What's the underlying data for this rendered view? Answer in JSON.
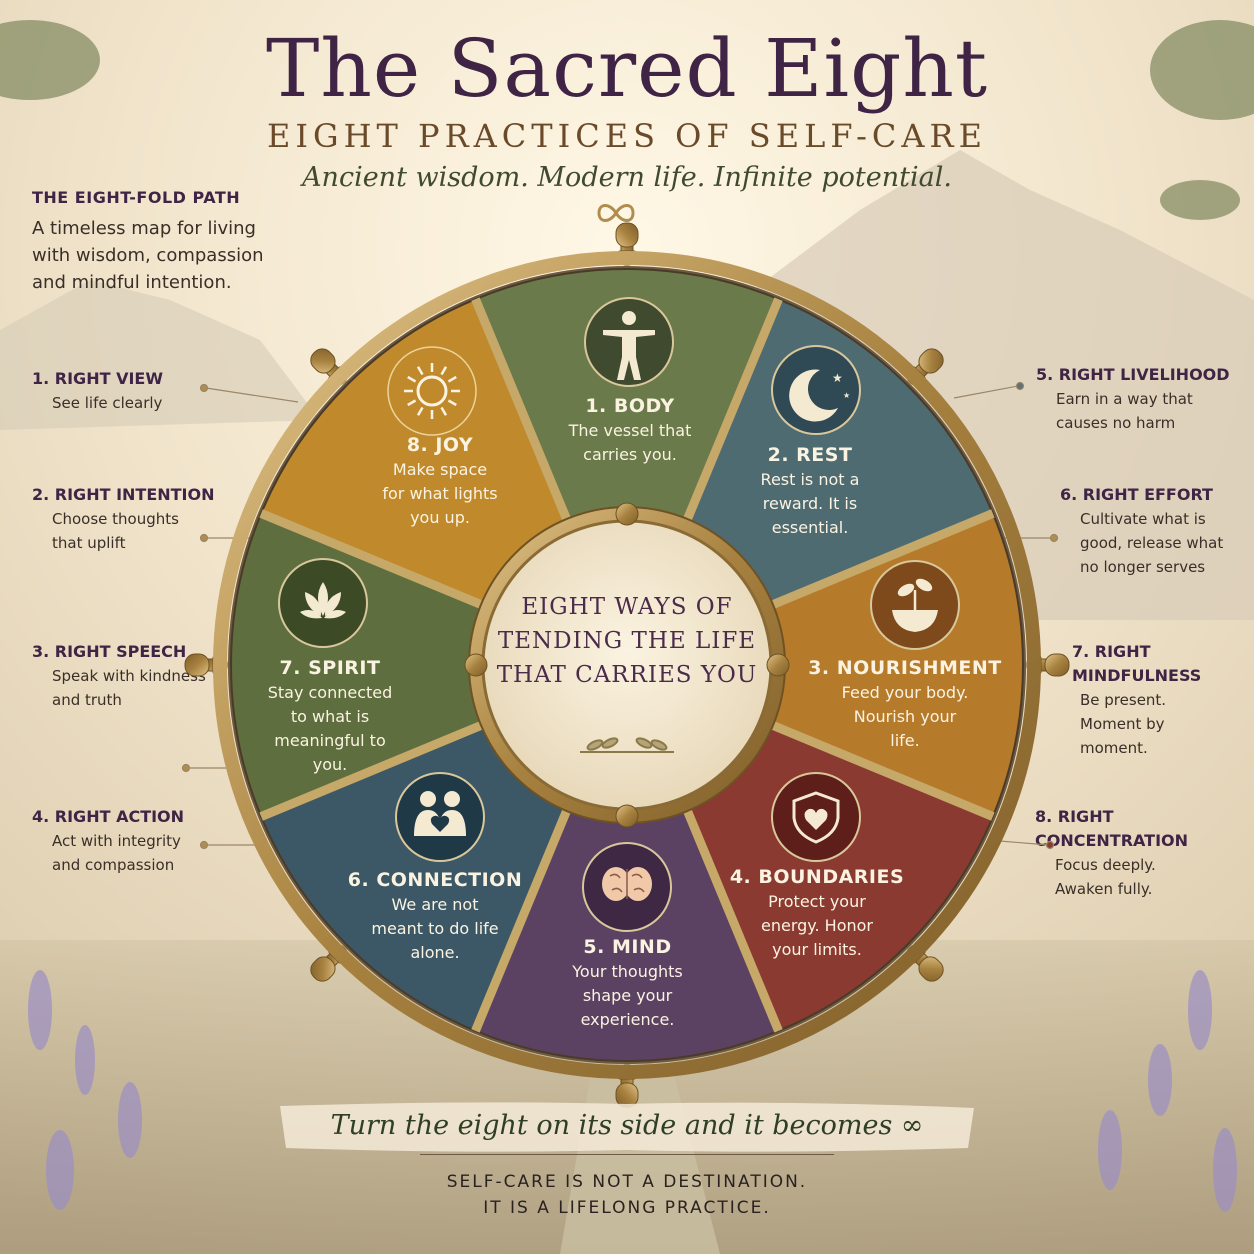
{
  "header": {
    "title": "The Sacred Eight",
    "subtitle": "EIGHT PRACTICES OF SELF-CARE",
    "tagline": "Ancient wisdom. Modern life. Infinite potential."
  },
  "intro": {
    "heading": "THE EIGHT-FOLD PATH",
    "body": "A timeless map for living with wisdom, compassion and mindful intention."
  },
  "path_left": [
    {
      "title": "1. RIGHT VIEW",
      "desc": "See life clearly"
    },
    {
      "title": "2. RIGHT INTENTION",
      "desc": "Choose thoughts that uplift"
    },
    {
      "title": "3. RIGHT SPEECH",
      "desc": "Speak with kindness and truth"
    },
    {
      "title": "4. RIGHT ACTION",
      "desc": "Act with integrity and compassion"
    }
  ],
  "path_right": [
    {
      "title": "5. RIGHT LIVELIHOOD",
      "desc": "Earn in a way that causes no harm"
    },
    {
      "title": "6. RIGHT EFFORT",
      "desc": "Cultivate what is good, release what no longer serves"
    },
    {
      "title": "7. RIGHT MINDFULNESS",
      "desc": "Be present. Moment by moment."
    },
    {
      "title": "8. RIGHT CONCENTRATION",
      "desc": "Focus deeply. Awaken fully."
    }
  ],
  "segments": [
    {
      "title": "1. BODY",
      "desc": "The vessel that carries you.",
      "icon": "person-icon",
      "color": "#6b7a4a"
    },
    {
      "title": "2. REST",
      "desc": "Rest is not a reward. It is essential.",
      "icon": "moon-icon",
      "color": "#4f6b72"
    },
    {
      "title": "3. NOURISHMENT",
      "desc": "Feed your body. Nourish your life.",
      "icon": "bowl-sprout-icon",
      "color": "#b57a2a"
    },
    {
      "title": "4. BOUNDARIES",
      "desc": "Protect your energy. Honor your limits.",
      "icon": "heart-shield-icon",
      "color": "#8a3a30"
    },
    {
      "title": "5. MIND",
      "desc": "Your thoughts shape your experience.",
      "icon": "brain-icon",
      "color": "#5c4262"
    },
    {
      "title": "6. CONNECTION",
      "desc": "We are not meant to do life alone.",
      "icon": "two-people-heart-icon",
      "color": "#3c5866"
    },
    {
      "title": "7. SPIRIT",
      "desc": "Stay connected to what is meaningful to you.",
      "icon": "lotus-icon",
      "color": "#5e6e3e"
    },
    {
      "title": "8. JOY",
      "desc": "Make space for what lights you up.",
      "icon": "sun-icon",
      "color": "#c08a2c"
    }
  ],
  "center": {
    "text": "EIGHT WAYS OF TENDING THE LIFE THAT CARRIES YOU"
  },
  "footer": {
    "italic": "Turn the eight on its side and it becomes ∞",
    "line1": "SELF-CARE IS NOT A DESTINATION.",
    "line2": "IT IS A LIFELONG PRACTICE."
  },
  "colors": {
    "title": "#3f2446",
    "frame": "#b08d4e",
    "background": "#efe4cf"
  }
}
